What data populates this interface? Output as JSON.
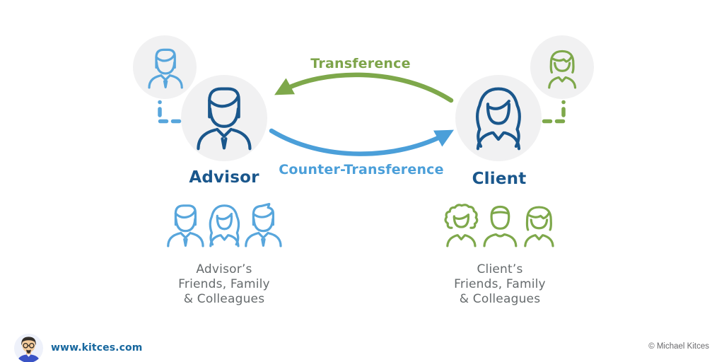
{
  "diagram": {
    "transference_label": "Transference",
    "counter_transference_label": "Counter-Transference",
    "advisor_label": "Advisor",
    "client_label": "Client",
    "advisor_caption": [
      "Advisor’s",
      "Friends, Family",
      "& Colleagues"
    ],
    "client_caption": [
      "Client’s",
      "Friends, Family",
      "& Colleagues"
    ]
  },
  "footer": {
    "website": "www.kitces.com",
    "copyright": "© Michael Kitces"
  },
  "icons": {
    "advisor_avatar": "male-advisor-bust-icon",
    "advisor_mini_avatar": "male-bust-icon",
    "client_avatar": "female-client-bust-icon",
    "client_mini_avatar": "female-bob-bust-icon",
    "advisor_friends": "three-people-group-icon",
    "client_friends": "three-people-group-icon",
    "transference_arrow": "curved-arrow-left-icon",
    "counter_transference_arrow": "curved-arrow-right-icon",
    "logo": "kitces-cartoon-avatar-logo"
  },
  "colors": {
    "dark_blue": "#1a578c",
    "light_blue": "#58a6dc",
    "arrow_blue": "#4b9fd9",
    "green": "#7ea84b",
    "circle_bg": "#f1f1f2",
    "caption_gray": "#666b6d",
    "link_blue": "#17679e"
  }
}
